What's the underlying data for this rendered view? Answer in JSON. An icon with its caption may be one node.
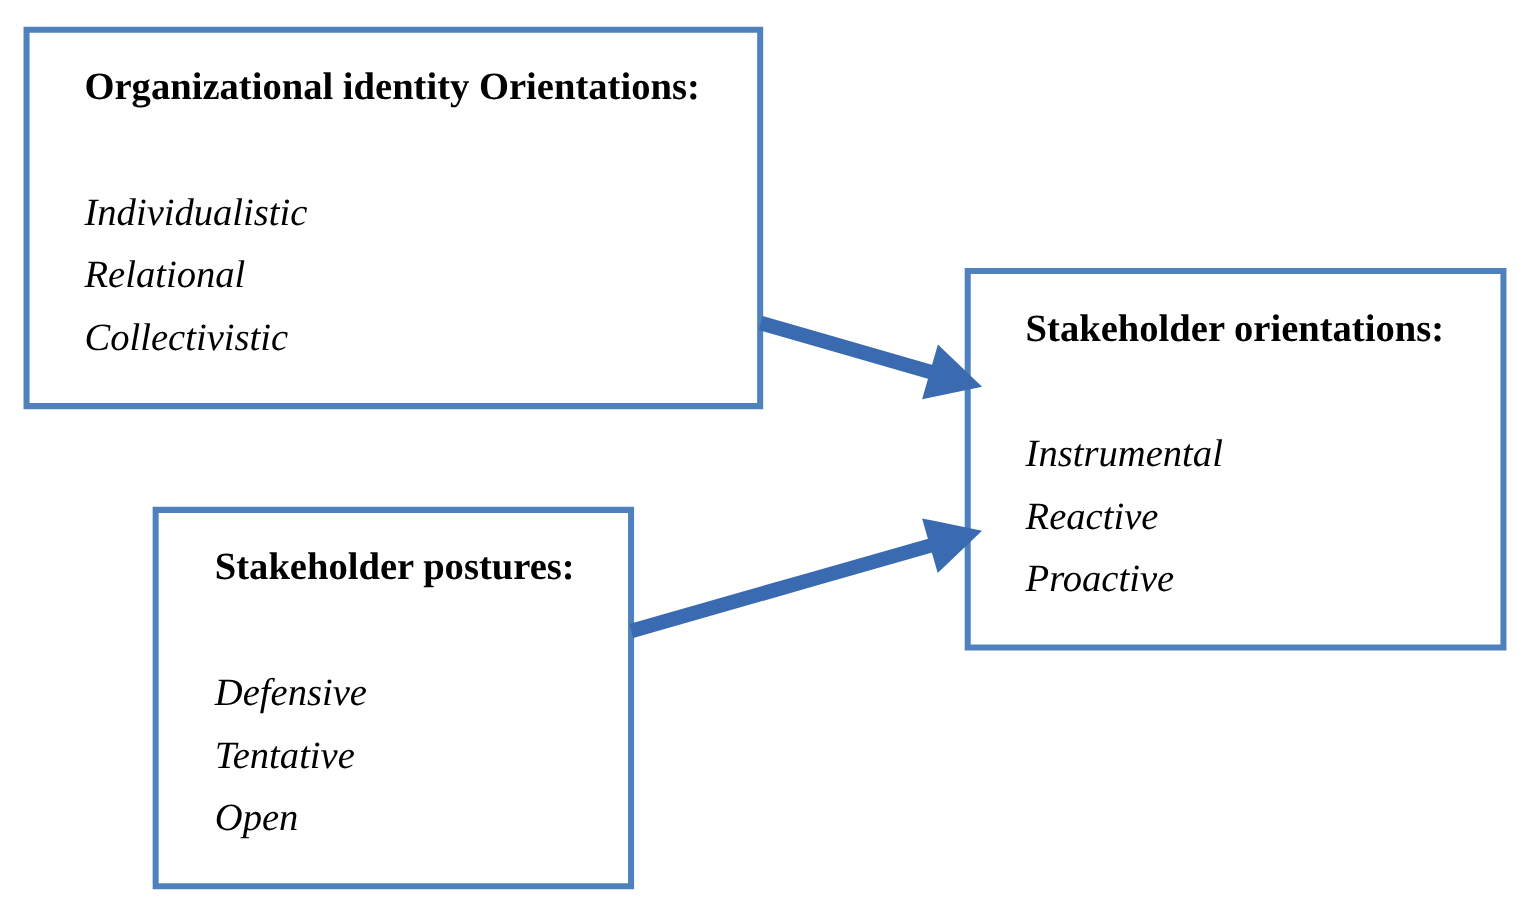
{
  "diagram": {
    "nodes": [
      {
        "text": [
          "Organizational identity Orientations:",
          "Individualistic",
          "Relational",
          "Collectivistic"
        ]
      },
      {
        "text": [
          "Stakeholder orientations:",
          "Instrumental",
          "Reactive",
          "Proactive"
        ]
      },
      {
        "text": [
          "Stakeholder postures:",
          "Defensive",
          "Tentative",
          "Open"
        ]
      }
    ],
    "edges": [
      {
        "from": 0,
        "to": 1,
        "arrow": "to"
      },
      {
        "from": 2,
        "to": 1,
        "arrow": "to"
      }
    ]
  }
}
